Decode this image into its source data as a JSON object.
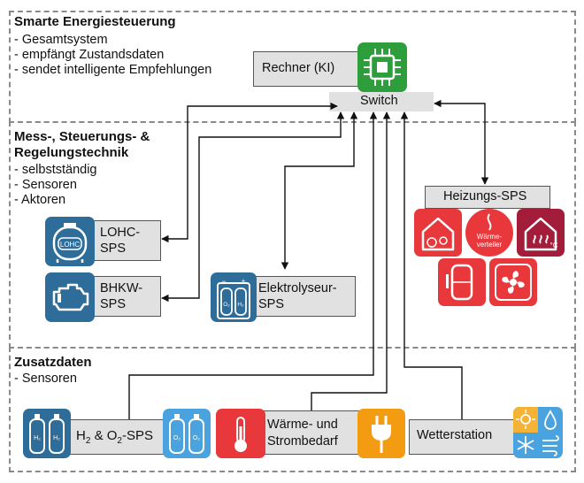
{
  "sections": {
    "top": {
      "title": "Smarte Energiesteuerung",
      "lines": [
        "- Gesamtsystem",
        "- empfängt Zustandsdaten",
        "- sendet intelligente Empfehlungen"
      ]
    },
    "middle": {
      "title_line1": "Mess-, Steuerungs- &",
      "title_line2": "Regelungstechnik",
      "lines": [
        "- selbstständig",
        "- Sensoren",
        "- Aktoren"
      ]
    },
    "bottom": {
      "title": "Zusatzdaten",
      "lines": [
        "- Sensoren"
      ]
    }
  },
  "nodes": {
    "rechner": "Rechner (KI)",
    "switch": "Switch",
    "lohc_line1": "LOHC-",
    "lohc_line2": "SPS",
    "lohc_icon_text": "LOHC",
    "bhkw_line1": "BHKW-",
    "bhkw_line2": "SPS",
    "elektrolyseur_line1": "Elektrolyseur-",
    "elektrolyseur_line2": "SPS",
    "heizung": "Heizungs-SPS",
    "waermeverteiler_line1": "Wärme-",
    "waermeverteiler_line2": "verteiler",
    "h2o2_h": "H",
    "h2o2_sub1": "2",
    "h2o2_mid": " & O",
    "h2o2_sub2": "2",
    "h2o2_end": "-SPS",
    "waerme_line1": "Wärme- und",
    "waerme_line2": "Strombedarf",
    "wetter": "Wetterstation"
  },
  "icon_text": {
    "o2": "O₂",
    "h2": "H₂",
    "celsius": "°C"
  },
  "colors": {
    "blue_tile": "#2e6c99",
    "light_blue_tile": "#4aa3df",
    "red_tile": "#e8383c",
    "dark_red_tile": "#a31d3b",
    "orange_tile": "#f39c12",
    "green_tile": "#2e9e3c",
    "box_gray": "#e1e1e1",
    "dash_border": "#8a8a8a"
  },
  "icons": [
    "chip-icon",
    "lohc-tank-icon",
    "engine-icon",
    "gas-cylinders-icon",
    "house-fan-icon",
    "heat-distributor-icon",
    "floor-heating-icon",
    "storage-tank-icon",
    "fan-icon",
    "thermometer-icon",
    "plug-icon",
    "weather-icon"
  ]
}
